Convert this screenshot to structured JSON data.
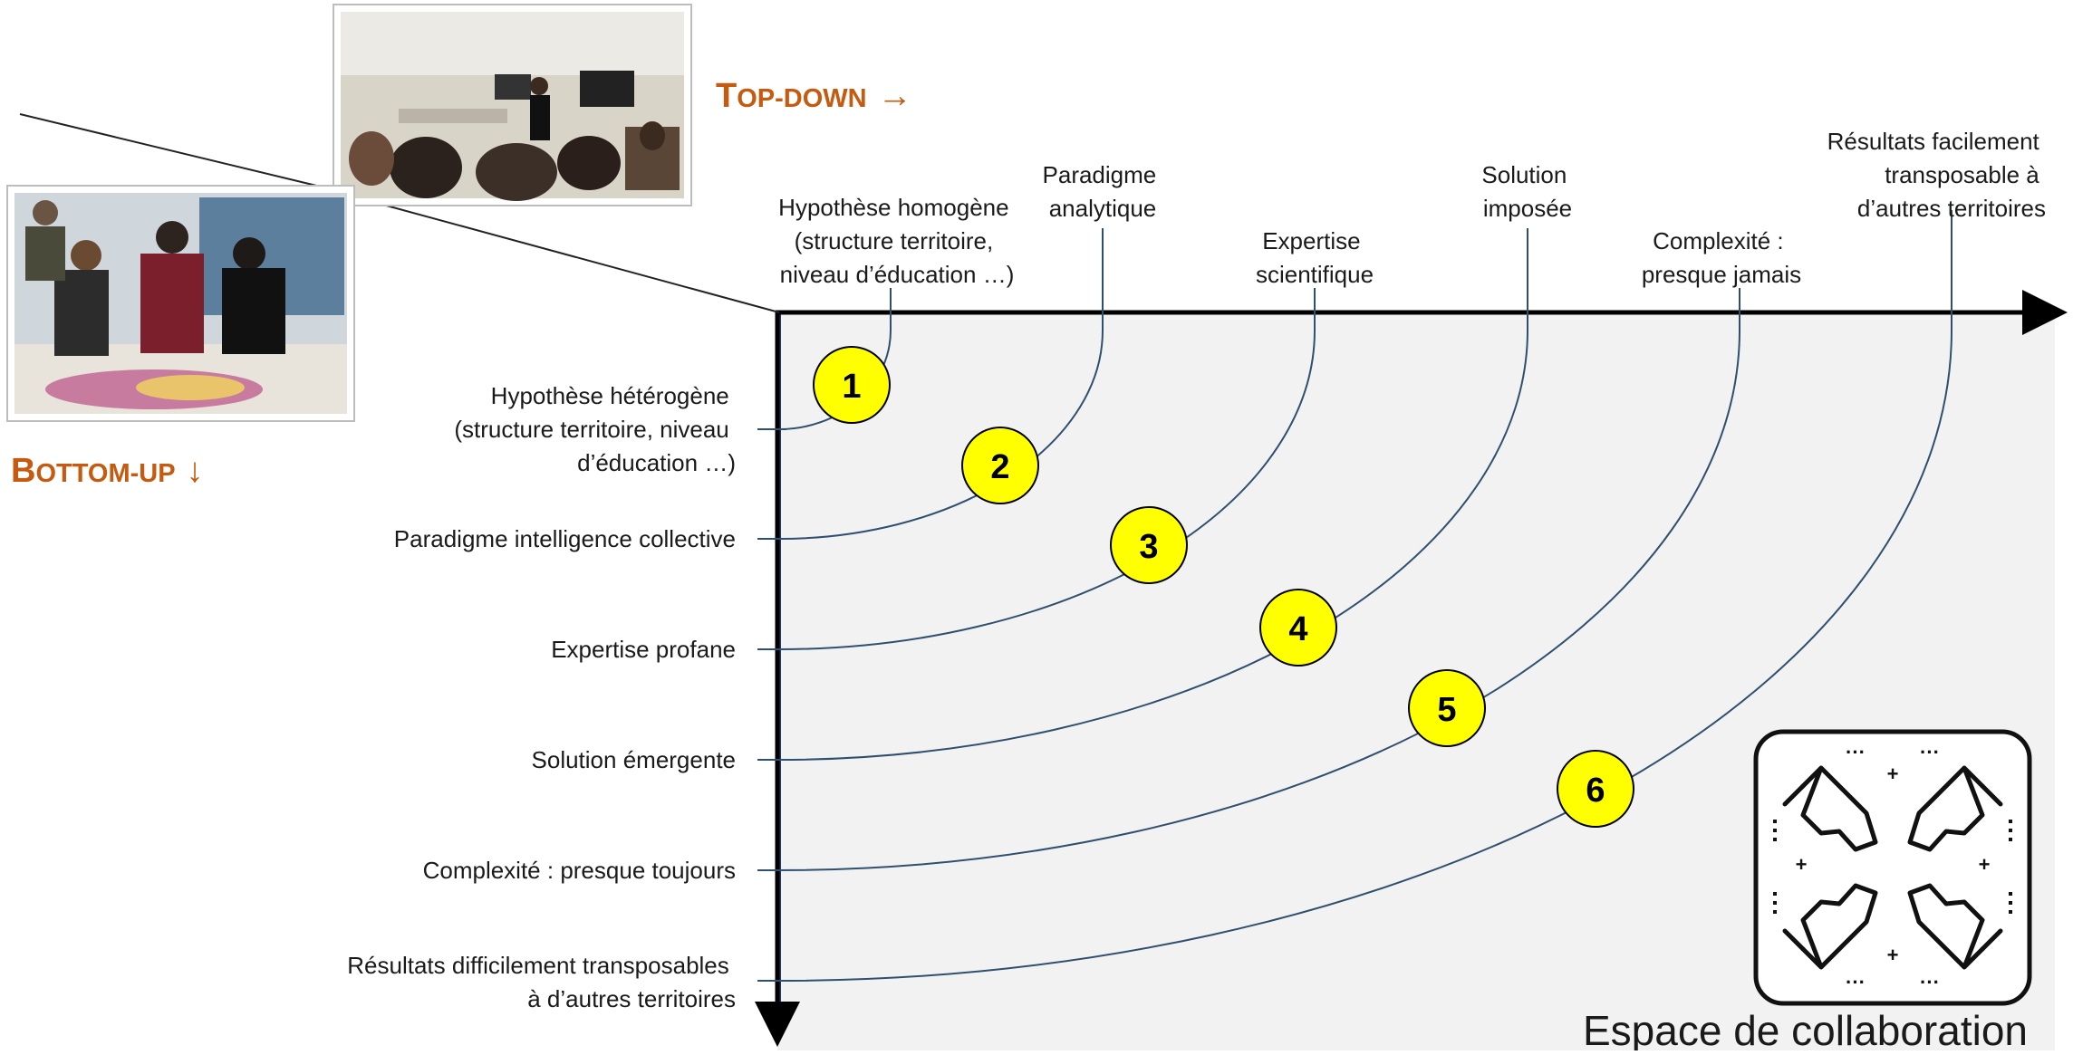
{
  "top_down": {
    "label_cap": "T",
    "label_rest": "OP-DOWN",
    "arrow": "→"
  },
  "bottom_up": {
    "label_cap": "B",
    "label_rest": "OTTOM-UP",
    "arrow": "↓"
  },
  "top_labels": [
    {
      "lines": [
        "Hypothèse homogène",
        "(structure territoire,",
        "niveau d’éducation …)"
      ]
    },
    {
      "lines": [
        "Paradigme",
        "analytique"
      ]
    },
    {
      "lines": [
        "Expertise",
        "scientifique"
      ]
    },
    {
      "lines": [
        "Solution",
        "imposée"
      ]
    },
    {
      "lines": [
        "Complexité :",
        "presque jamais"
      ]
    },
    {
      "lines": [
        "Résultats facilement",
        "transposable à",
        "d’autres territoires"
      ]
    }
  ],
  "left_labels": [
    {
      "lines": [
        "Hypothèse hétérogène",
        "(structure territoire, niveau",
        "d’éducation …)"
      ]
    },
    {
      "lines": [
        "Paradigme intelligence collective"
      ]
    },
    {
      "lines": [
        "Expertise profane"
      ]
    },
    {
      "lines": [
        "Solution émergente"
      ]
    },
    {
      "lines": [
        "Complexité : presque toujours"
      ]
    },
    {
      "lines": [
        "Résultats difficilement transposables",
        "à d’autres territoires"
      ]
    }
  ],
  "markers": [
    "1",
    "2",
    "3",
    "4",
    "5",
    "6"
  ],
  "collab_label": "Espace de collaboration",
  "icons": {
    "photo_top": "classroom-photo",
    "photo_left": "workshop-photo",
    "collab": "four-hands-collaboration-icon"
  },
  "colors": {
    "accent_orange": "#c55a11",
    "marker_fill": "#ffff00",
    "curve": "#2f4f6f",
    "panel": "#f2f2f2"
  }
}
